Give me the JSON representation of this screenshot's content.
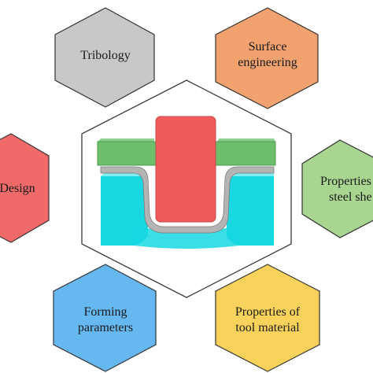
{
  "center": {
    "description_hidden": ""
  },
  "hexagons": [
    {
      "id": "tribology",
      "lines": [
        "Tribology"
      ],
      "fill": "#c8c8c8"
    },
    {
      "id": "surface",
      "lines": [
        "Surface",
        "engineering"
      ],
      "fill": "#f1a26e"
    },
    {
      "id": "design",
      "lines": [
        "Design"
      ],
      "fill": "#f06a6a"
    },
    {
      "id": "steel",
      "lines": [
        "Properties",
        "steel she"
      ],
      "fill": "#a8d590"
    },
    {
      "id": "forming",
      "lines": [
        "Forming",
        "parameters"
      ],
      "fill": "#66b8f0"
    },
    {
      "id": "tool",
      "lines": [
        "Properties of",
        "tool material"
      ],
      "fill": "#f8d25a"
    }
  ],
  "colors": {
    "punch": "#ef5a5a",
    "holder": "#6cbd6c",
    "die": "#18d8e2",
    "sheet": "#b4b4b4",
    "outline": "#3a3a3a"
  }
}
